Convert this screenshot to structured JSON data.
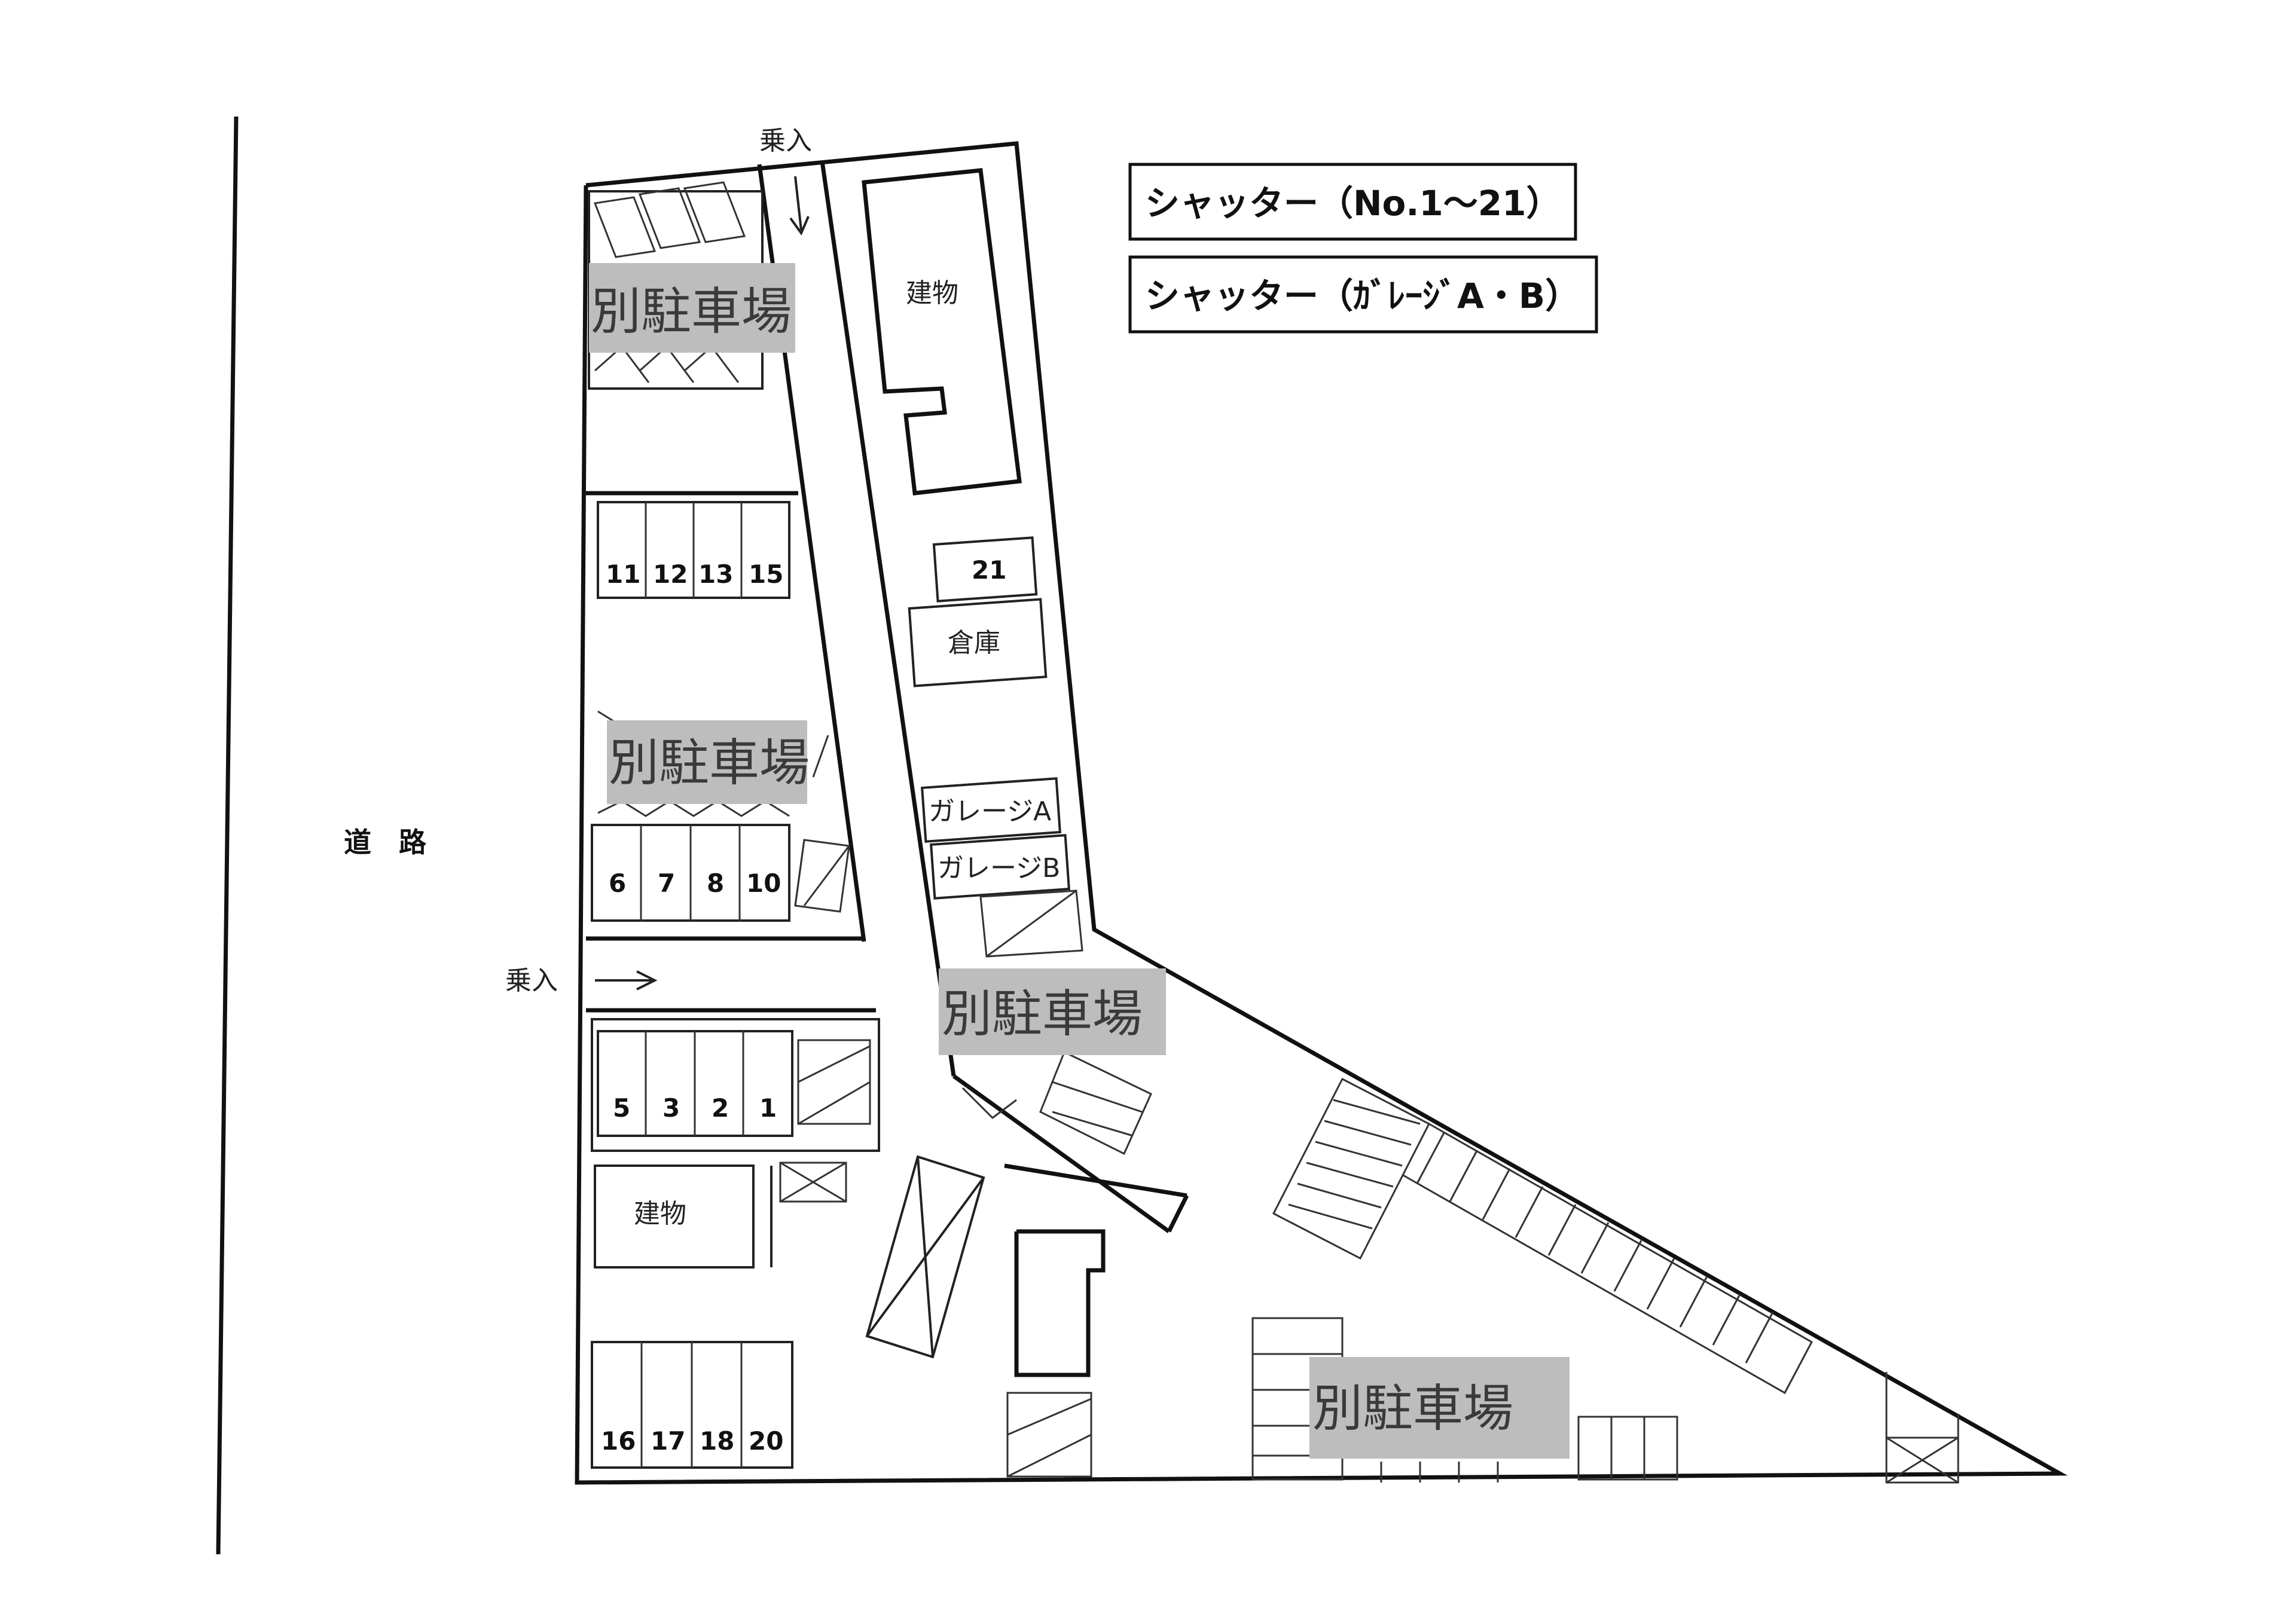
{
  "legend": {
    "item1": "シャッター（No.1～21）",
    "item2": "シャッター（ｶﾞﾚｰｼﾞA・B）"
  },
  "road": "道　路",
  "entrance_top": "乗入",
  "entrance_left": "乗入",
  "separate_parking": {
    "top": "別駐車場",
    "middle": "別駐車場",
    "center": "別駐車場",
    "bottom": "別駐車場"
  },
  "buildings": {
    "top": "建物",
    "bottom": "建物",
    "warehouse": "倉庫"
  },
  "garages": {
    "a": "ガレージA",
    "b": "ガレージB"
  },
  "spaces": {
    "row_upper": [
      "11",
      "12",
      "13",
      "15"
    ],
    "row_mid": [
      "6",
      "7",
      "8",
      "10"
    ],
    "row_lower": [
      "5",
      "3",
      "2",
      "1"
    ],
    "row_bottom": [
      "16",
      "17",
      "18",
      "20"
    ],
    "single": "21"
  }
}
